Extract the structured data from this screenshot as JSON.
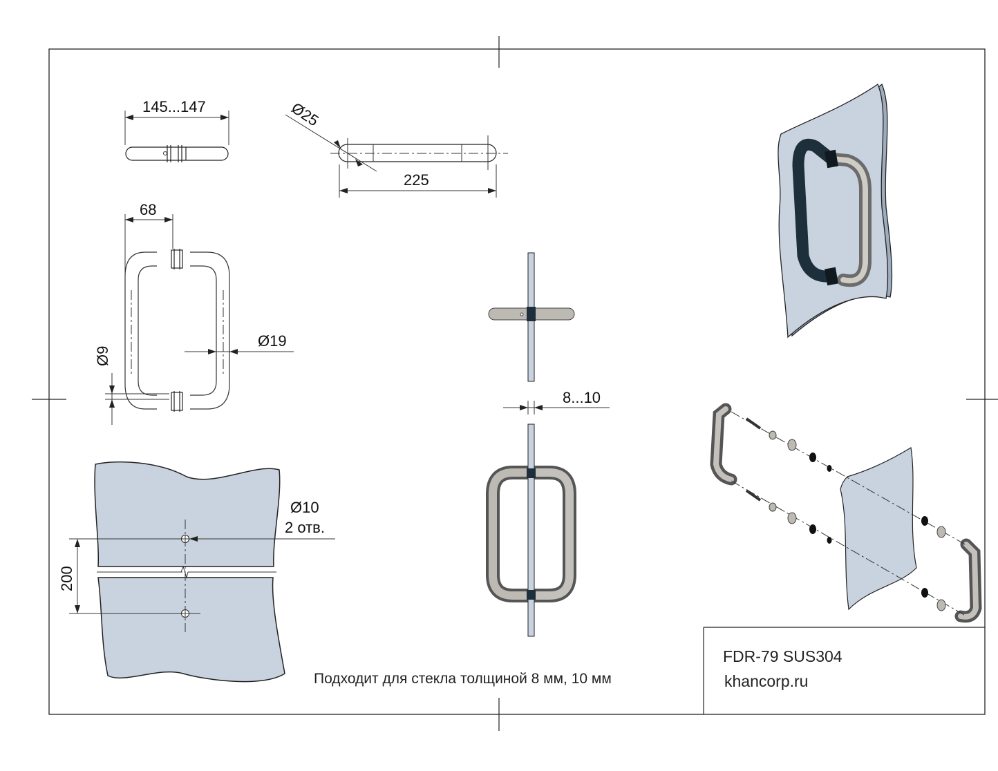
{
  "dimensions": {
    "top_length": "145...147",
    "end_diameter": "Ø25",
    "center_distance_top": "225",
    "depth": "68",
    "tube_diameter": "Ø19",
    "bolt_diameter": "Ø9",
    "glass_thickness": "8...10",
    "hole_diameter": "Ø10",
    "hole_count": "2 отв.",
    "hole_spacing": "200"
  },
  "note": "Подходит для стекла толщиной 8 мм, 10 мм",
  "title_block": {
    "model": "FDR-79 SUS304",
    "website": "khancorp.ru"
  },
  "colors": {
    "glass": "#c9d3df",
    "steel": "#6b6b6b",
    "gasket": "#1c2f3a"
  }
}
